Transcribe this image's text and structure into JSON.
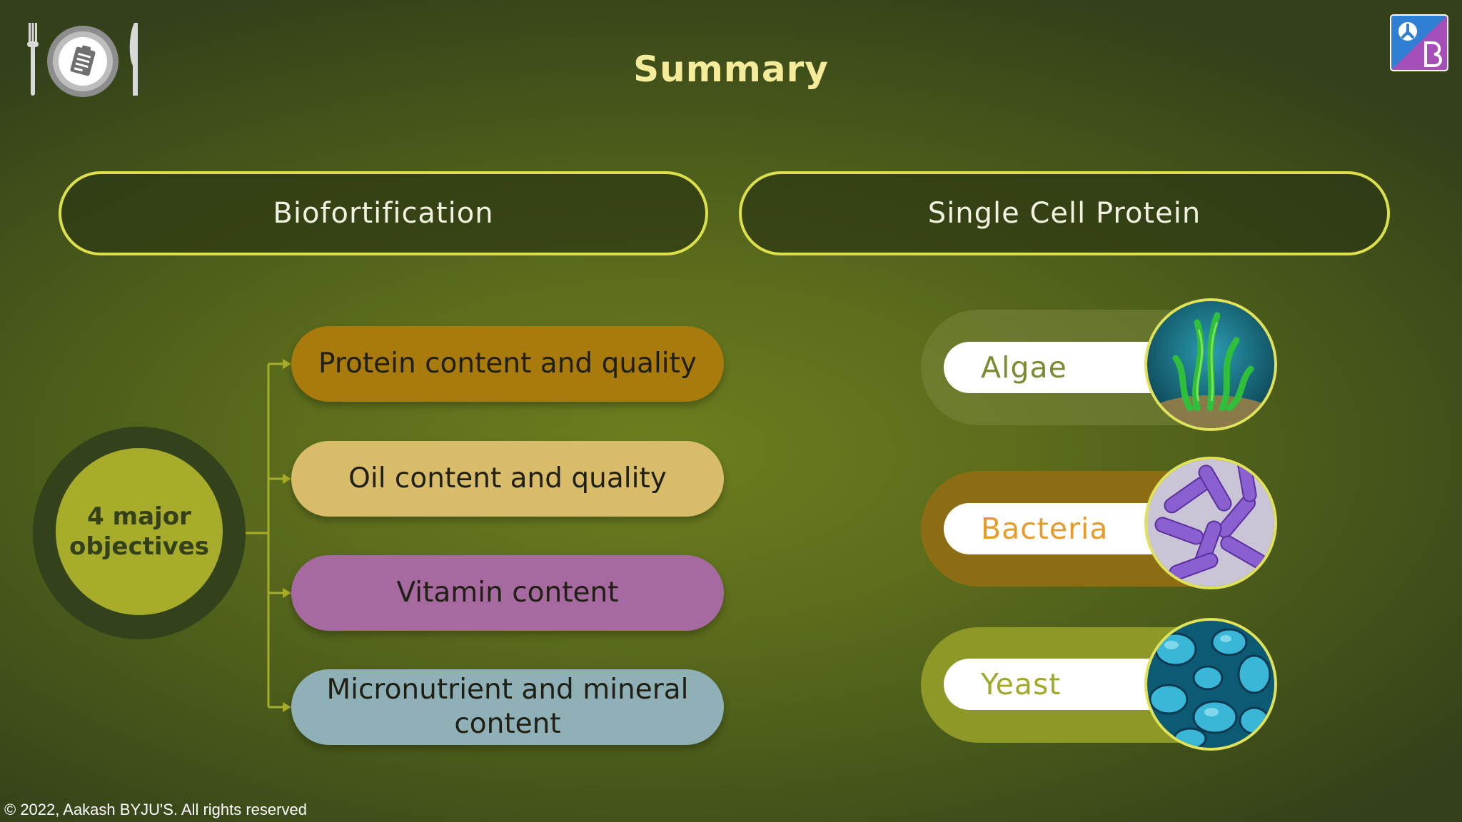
{
  "slide": {
    "title": "Summary",
    "footer": "© 2022, Aakash BYJU'S. All rights reserved"
  },
  "header": {
    "left_label": "Biofortification",
    "right_label": "Single Cell Protein"
  },
  "objectives": {
    "center_label_line1": "4 major",
    "center_label_line2": "objectives",
    "items": [
      {
        "label": "Protein content and quality",
        "color": "#a97a0c"
      },
      {
        "label": "Oil content and quality",
        "color": "#d9bc6a"
      },
      {
        "label": "Vitamin content",
        "color": "#a66aa0"
      },
      {
        "label": "Micronutrient and mineral content",
        "color": "#8fb0b6"
      }
    ]
  },
  "single_cell_protein": {
    "items": [
      {
        "label": "Algae",
        "icon": "algae-image",
        "text_color": "#7c8a30"
      },
      {
        "label": "Bacteria",
        "icon": "bacteria-image",
        "text_color": "#e89b2a"
      },
      {
        "label": "Yeast",
        "icon": "yeast-image",
        "text_color": "#a0a92a"
      }
    ]
  },
  "colors": {
    "title": "#f4ec9a",
    "pill_border": "#dce04a",
    "connector": "#a7ad2a"
  }
}
